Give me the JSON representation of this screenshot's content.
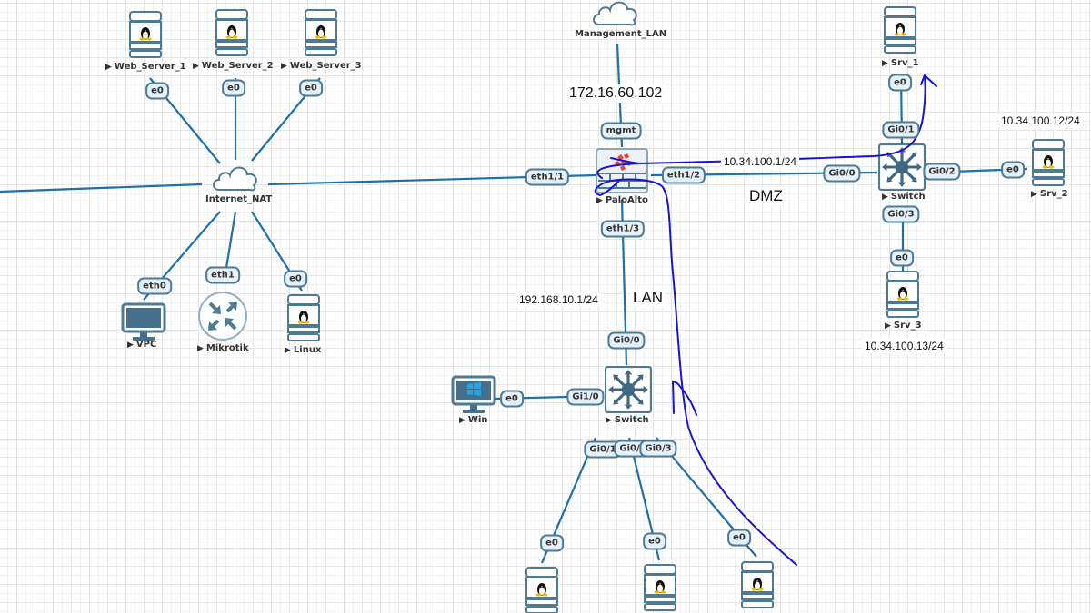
{
  "colors": {
    "link": "#1f6fa8",
    "device": "#4f7a94",
    "port_fill": "#e4f1fa",
    "annotation": "#1a12d8",
    "paloalto_logo": "#e8472a"
  },
  "nodes": {
    "web_server_1": {
      "label": "Web_Server_1",
      "icon": "linux-server-icon"
    },
    "web_server_2": {
      "label": "Web_Server_2",
      "icon": "linux-server-icon"
    },
    "web_server_3": {
      "label": "Web_Server_3",
      "icon": "linux-server-icon"
    },
    "internet_nat": {
      "label": "Internet_NAT",
      "icon": "cloud-icon"
    },
    "vpc": {
      "label": "VPC",
      "icon": "monitor-icon"
    },
    "mikrotik": {
      "label": "Mikrotik",
      "icon": "router-icon"
    },
    "linux": {
      "label": "Linux",
      "icon": "linux-server-icon"
    },
    "management_lan": {
      "label": "Management_LAN",
      "icon": "cloud-icon"
    },
    "paloalto": {
      "label": "PaloAlto",
      "icon": "firewall-icon"
    },
    "dmz_switch": {
      "label": "Switch",
      "icon": "switch-icon"
    },
    "srv_1": {
      "label": "Srv_1",
      "icon": "linux-server-icon"
    },
    "srv_2": {
      "label": "Srv_2",
      "icon": "linux-server-icon"
    },
    "srv_3": {
      "label": "Srv_3",
      "icon": "linux-server-icon"
    },
    "lan_switch": {
      "label": "Switch",
      "icon": "switch-icon"
    },
    "win": {
      "label": "Win",
      "icon": "windows-pc-icon"
    },
    "lan_server_1": {
      "label": "",
      "icon": "linux-server-icon"
    },
    "lan_server_2": {
      "label": "",
      "icon": "linux-server-icon"
    },
    "lan_server_3": {
      "label": "",
      "icon": "linux-server-icon"
    }
  },
  "ports": {
    "ws1_e0": "e0",
    "ws2_e0": "e0",
    "ws3_e0": "e0",
    "vpc_eth0": "eth0",
    "mikrotik_eth1": "eth1",
    "linux_e0": "e0",
    "pa_mgmt": "mgmt",
    "pa_eth1_1": "eth1/1",
    "pa_eth1_2": "eth1/2",
    "pa_eth1_3": "eth1/3",
    "dmz_gi0_0": "Gi0/0",
    "dmz_gi0_1": "Gi0/1",
    "dmz_gi0_2": "Gi0/2",
    "dmz_gi0_3": "Gi0/3",
    "srv1_e0": "e0",
    "srv2_e0": "e0",
    "srv3_e0": "e0",
    "lan_gi0_0": "Gi0/0",
    "lan_gi1_0": "Gi1/0",
    "win_e0": "e0",
    "lan_gi0_1": "Gi0/1",
    "lan_gi0_2": "Gi0/2",
    "lan_gi0_3": "Gi0/3",
    "ls1_e0": "e0",
    "ls2_e0": "e0",
    "ls3_e0": "e0"
  },
  "annotations": {
    "mgmt_ip": "172.16.60.102",
    "dmz_gateway_ip": "10.34.100.1/24",
    "srv2_ip": "10.34.100.12/24",
    "srv3_ip": "10.34.100.13/24",
    "lan_gateway_ip": "192.168.10.1/24",
    "dmz_zone": "DMZ",
    "lan_zone": "LAN"
  }
}
